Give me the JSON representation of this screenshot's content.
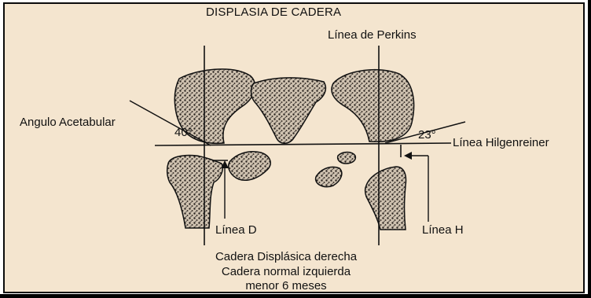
{
  "title": "DISPLASIA DE CADERA",
  "labels": {
    "perkins": "Línea de Perkins",
    "acetabular": "Angulo Acetabular",
    "angle_left": "40°",
    "angle_right": "23°",
    "hilgenreiner": "Línea Hilgenreiner",
    "line_d": "Línea D",
    "line_h": "Línea H"
  },
  "caption": {
    "line1": "Cadera Displásica derecha",
    "line2": "Cadera normal izquierda",
    "line3": "menor 6 meses"
  },
  "colors": {
    "background": "#f4e5cf",
    "ink": "#111111",
    "bone_fill": "#6b5f55"
  }
}
